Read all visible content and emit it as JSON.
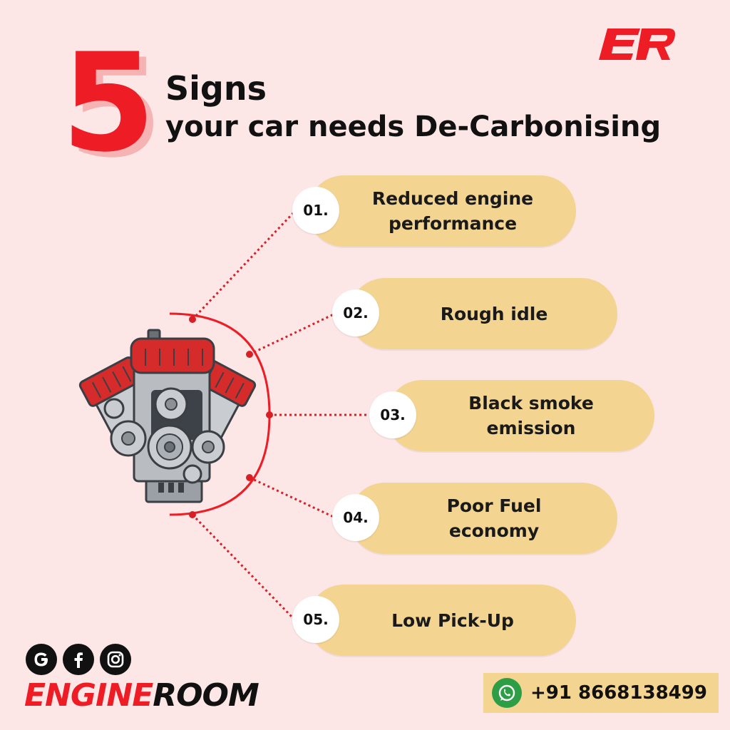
{
  "header": {
    "number": "5",
    "line1": "Signs",
    "line2": "your car needs De-Carbonising"
  },
  "logo": {
    "letters": "ER",
    "color": "#ee1c25"
  },
  "signs": [
    {
      "number": "01.",
      "label": "Reduced engine performance"
    },
    {
      "number": "02.",
      "label": "Rough idle"
    },
    {
      "number": "03.",
      "label": "Black smoke emission"
    },
    {
      "number": "04.",
      "label": "Poor Fuel economy"
    },
    {
      "number": "05.",
      "label": "Low Pick-Up"
    }
  ],
  "social_icons": [
    "google-icon",
    "facebook-icon",
    "instagram-icon"
  ],
  "brand": {
    "part1": "ENGINE",
    "part2": "ROOM"
  },
  "contact": {
    "phone": "+91 8668138499",
    "icon": "whatsapp-icon"
  },
  "colors": {
    "background": "#fce6e6",
    "accent_red": "#ee1c25",
    "pill": "#f3d491",
    "whatsapp": "#2e9e46"
  }
}
